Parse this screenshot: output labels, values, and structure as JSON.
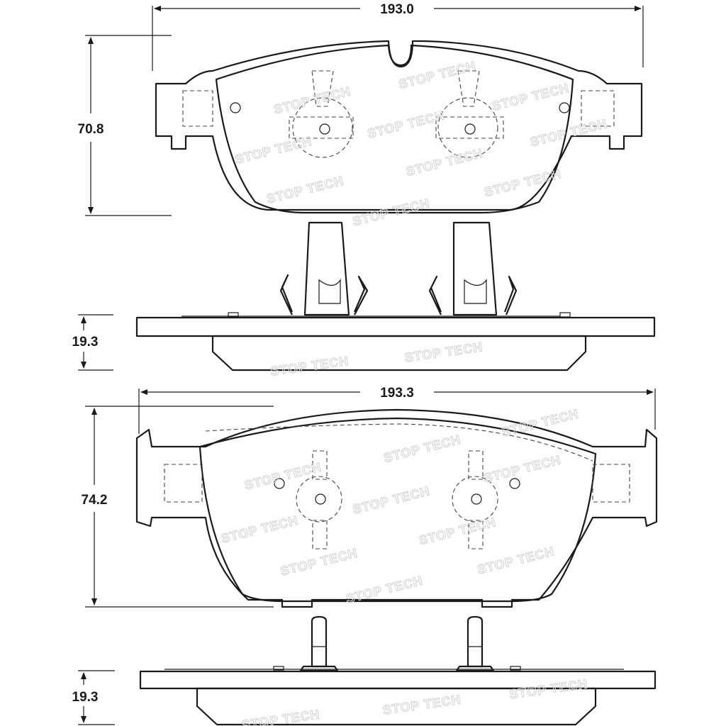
{
  "dimensions": {
    "top_width": "193.0",
    "top_height": "70.8",
    "top_thickness": "19.3",
    "bottom_width": "193.3",
    "bottom_height": "74.2",
    "bottom_thickness": "19.3"
  },
  "watermark": "STOP TECH",
  "colors": {
    "line": "#1a1a1a",
    "watermark": "#d4d4d4"
  }
}
